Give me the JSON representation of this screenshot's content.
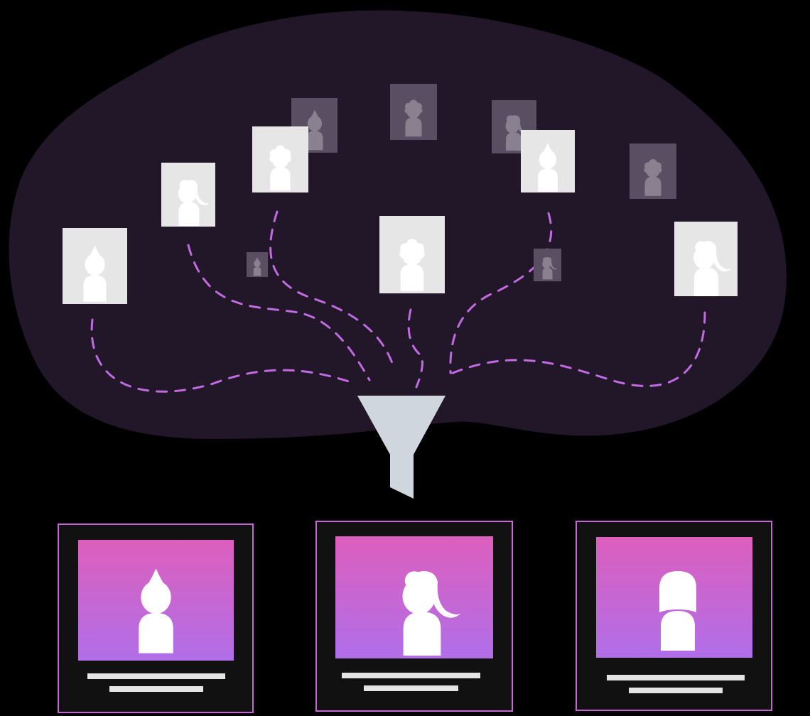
{
  "colors": {
    "background": "#000000",
    "cloud": "#221629",
    "dash_line": "#c16be0",
    "card_light": "#e6e6e6",
    "card_faded": "#5a4f62",
    "silhouette": "#ffffff",
    "silhouette_faded": "#8a8190",
    "funnel": "#cfd6dd",
    "result_border": "#c566d4",
    "result_card_bg": "#111111",
    "gradient_top": "#dd5fbd",
    "gradient_bottom": "#b06ee8",
    "caption_bar": "#e4e4e4"
  },
  "candidate_pool": [
    {
      "avatar": "spiky-hair-person",
      "faded": false,
      "connected": true
    },
    {
      "avatar": "ponytail-person",
      "faded": false,
      "connected": true
    },
    {
      "avatar": "curly-hair-person",
      "faded": false,
      "connected": true
    },
    {
      "avatar": "curly-hair-person",
      "faded": false,
      "connected": true
    },
    {
      "avatar": "spiky-hair-person",
      "faded": false,
      "connected": true
    },
    {
      "avatar": "ponytail-person",
      "faded": false,
      "connected": true
    },
    {
      "avatar": "spiky-hair-person",
      "faded": true,
      "connected": false
    },
    {
      "avatar": "curly-hair-person",
      "faded": true,
      "connected": false
    },
    {
      "avatar": "ponytail-person",
      "faded": true,
      "connected": false
    },
    {
      "avatar": "curly-hair-person",
      "faded": true,
      "connected": false
    },
    {
      "avatar": "spiky-hair-person",
      "faded": true,
      "connected": false
    },
    {
      "avatar": "ponytail-person",
      "faded": true,
      "connected": false
    }
  ],
  "filter": {
    "icon": "funnel-icon"
  },
  "results": [
    {
      "avatar": "spiky-hair-person",
      "caption_lines": 2
    },
    {
      "avatar": "ponytail-person",
      "caption_lines": 2
    },
    {
      "avatar": "bob-hair-person",
      "caption_lines": 2
    }
  ]
}
